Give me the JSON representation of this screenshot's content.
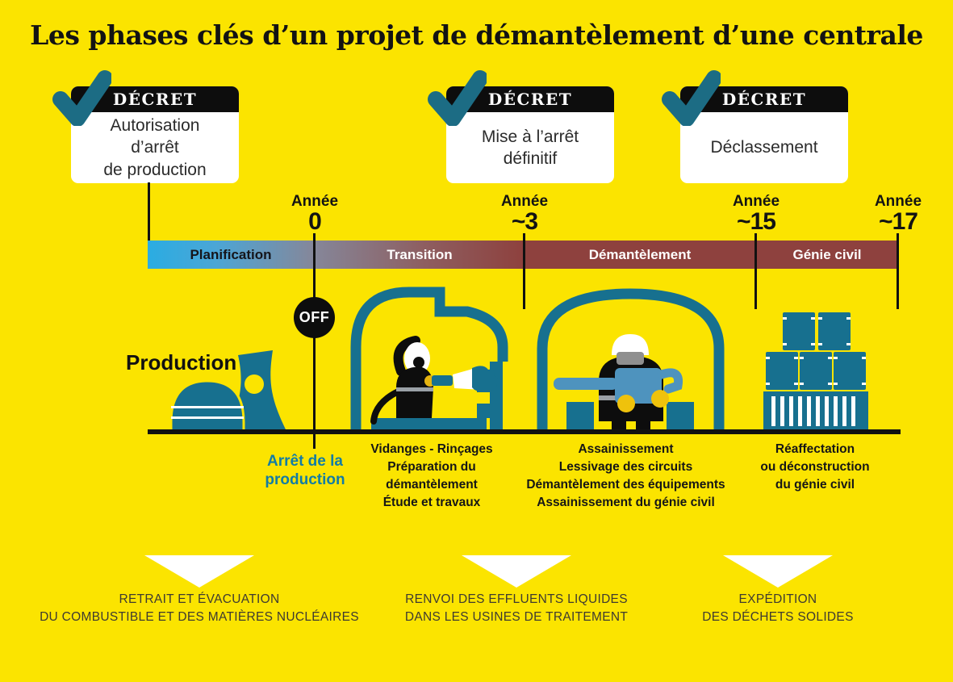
{
  "title": "Les phases clés d’un projet de démantèlement d’une centrale",
  "decrees": [
    {
      "tag": "DÉCRET",
      "text": "Autorisation\nd’arrêt\nde production"
    },
    {
      "tag": "DÉCRET",
      "text": "Mise à l’arrêt\ndéfinitif"
    },
    {
      "tag": "DÉCRET",
      "text": "Déclassement"
    }
  ],
  "timeline": {
    "years": [
      {
        "word": "Année",
        "num": "0"
      },
      {
        "word": "Année",
        "num": "~3"
      },
      {
        "word": "Année",
        "num": "~15"
      },
      {
        "word": "Année",
        "num": "~17"
      }
    ],
    "phases": [
      {
        "label": "Planification"
      },
      {
        "label": "Transition"
      },
      {
        "label": "Démantèlement"
      },
      {
        "label": "Génie civil"
      }
    ]
  },
  "off_badge": "OFF",
  "production_label": "Production",
  "shutdown_label": "Arrêt de la\nproduction",
  "activities": [
    {
      "text": "Vidanges - Rinçages\nPréparation du\ndémantèlement\nÉtude et travaux"
    },
    {
      "text": "Assainissement\nLessivage des circuits\nDémantèlement des équipements\nAssainissement du génie civil"
    },
    {
      "text": "Réaffectation\nou déconstruction\ndu génie civil"
    }
  ],
  "outputs": [
    {
      "text": "RETRAIT ET ÉVACUATION\nDU COMBUSTIBLE ET DES MATIÈRES NUCLÉAIRES"
    },
    {
      "text": "RENVOI DES EFFLUENTS LIQUIDES\nDANS LES USINES DE TRAITEMENT"
    },
    {
      "text": "EXPÉDITION\nDES DÉCHETS SOLIDES"
    }
  ],
  "colors": {
    "background": "#FBE400",
    "teal_illustration": "#17708F",
    "check_teal": "#1C6C84",
    "shutdown_blue": "#127CA5",
    "bar_cyan": "#2AACE2",
    "bar_red": "#8E413E",
    "black": "#0D0D0D",
    "white": "#FFFFFF",
    "tool_blue": "#4E93BE",
    "glove_yellow": "#EFC20C"
  }
}
